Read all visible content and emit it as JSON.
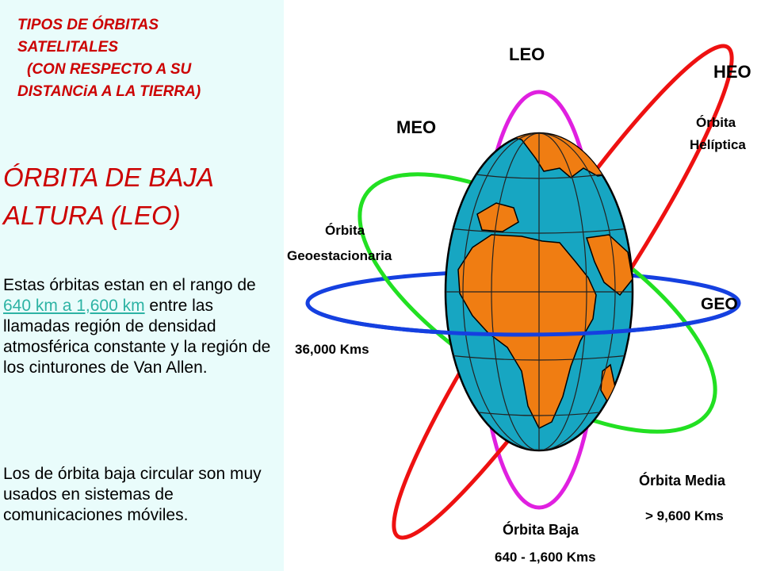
{
  "title": {
    "line1": "TIPOS DE ÓRBITAS",
    "line2": "SATELITALES",
    "line3": "(CON RESPECTO A SU",
    "line4": "DISTANCiA A LA TIERRA)"
  },
  "subtitle": {
    "line1": "ÓRBITA DE BAJA",
    "line2": "ALTURA (LEO)"
  },
  "paragraph1": {
    "before": "Estas órbitas estan en el rango de ",
    "link": "640 km a 1,600 km",
    "after": " entre las llamadas región de densidad atmosférica constante y  la región de los cinturones de Van Allen."
  },
  "paragraph2": "Los de órbita baja circular son muy usados en sistemas de comunicaciones móviles.",
  "diagram": {
    "labels": {
      "leo": "LEO",
      "heo": "HEO",
      "meo": "MEO",
      "orbita_heliptica_1": "Órbita",
      "orbita_heliptica_2": "Helíptica",
      "orbita_geo_1": "Órbita",
      "orbita_geo_2": "Geoestacionaria",
      "geo": "GEO",
      "geo_distance": "36,000  Kms",
      "orbita_media": "Órbita Media",
      "meo_distance": "> 9,600 Kms",
      "orbita_baja": "Órbita Baja",
      "leo_distance": "640 - 1,600  Kms"
    },
    "colors": {
      "background_panel": "#e9fcfb",
      "title_text": "#cc0000",
      "link": "#2db3a4",
      "ocean": "#17a6c2",
      "land": "#f07d12",
      "geo_orbit": "#1540e0",
      "meo_orbit": "#22e022",
      "leo_orbit": "#e020e0",
      "heo_orbit": "#ee1111"
    }
  }
}
